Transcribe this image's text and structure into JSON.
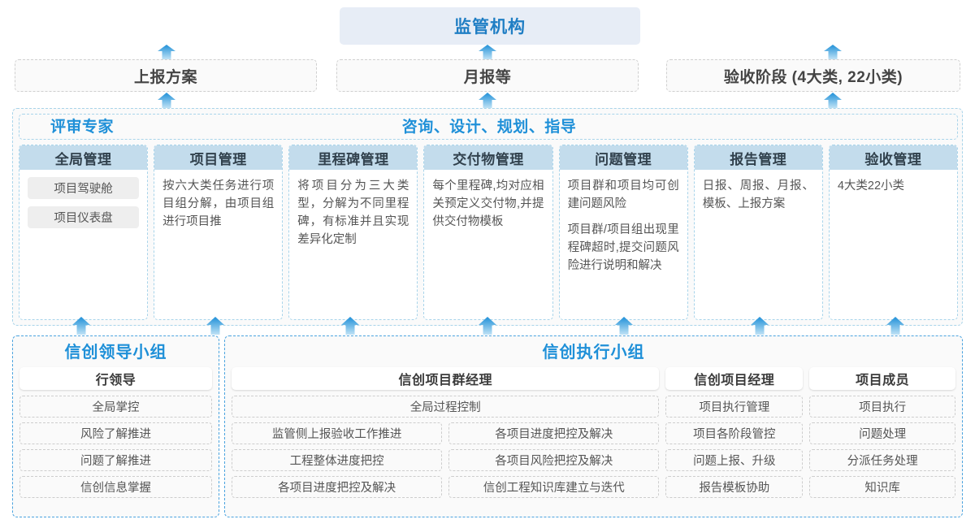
{
  "top": {
    "regulator": "监管机构",
    "reports": [
      "上报方案",
      "月报等",
      "验收阶段 (4大类, 22小类)"
    ]
  },
  "middle": {
    "left_label": "评审专家",
    "center_label": "咨询、设计、规划、指导",
    "columns": [
      {
        "title": "全局管理",
        "text": "",
        "chips": [
          "项目驾驶舱",
          "项目仪表盘"
        ]
      },
      {
        "title": "项目管理",
        "text": "按六大类任务进行项目组分解，由项目组进行项目推",
        "chips": []
      },
      {
        "title": "里程碑管理",
        "text": "将项目分为三大类型，分解为不同里程碑，有标准并且实现差异化定制",
        "chips": []
      },
      {
        "title": "交付物管理",
        "text": "每个里程碑,均对应相关预定义交付物,并提供交付物模板",
        "chips": []
      },
      {
        "title": "问题管理",
        "text": "项目群和项目均可创建问题风险",
        "text2": "项目群/项目组出现里程碑超时,提交问题风险进行说明和解决",
        "chips": []
      },
      {
        "title": "报告管理",
        "text": "日报、周报、月报、模板、上报方案",
        "chips": []
      },
      {
        "title": "验收管理",
        "text": "4大类22小类",
        "chips": []
      }
    ]
  },
  "bottom": {
    "left_group": {
      "title": "信创领导小组",
      "role": "行领导",
      "items": [
        "全局掌控",
        "风险了解推进",
        "问题了解推进",
        "信创信息掌握"
      ]
    },
    "right_group": {
      "title": "信创执行小组",
      "program_manager": {
        "role": "信创项目群经理",
        "full_width_item": "全局过程控制",
        "left_items": [
          "监管侧上报验收工作推进",
          "工程整体进度把控",
          "各项目进度把控及解决"
        ],
        "right_items": [
          "各项目进度把控及解决",
          "各项目风险把控及解决",
          "信创工程知识库建立与迭代"
        ]
      },
      "project_manager": {
        "role": "信创项目经理",
        "items": [
          "项目执行管理",
          "项目各阶段管控",
          "问题上报、升级",
          "报告模板协助"
        ]
      },
      "project_member": {
        "role": "项目成员",
        "items": [
          "项目执行",
          "问题处理",
          "分派任务处理",
          "知识库"
        ]
      }
    }
  },
  "colors": {
    "accent_blue": "#1f90d8",
    "header_blue": "#c3dcec",
    "regulator_bg": "#e7edf6",
    "arrow_blue": "#2e9fd8"
  },
  "arrows": {
    "upper": [
      205,
      600,
      1025
    ],
    "lower": [
      100,
      265,
      432,
      600,
      768,
      935,
      1102
    ]
  }
}
